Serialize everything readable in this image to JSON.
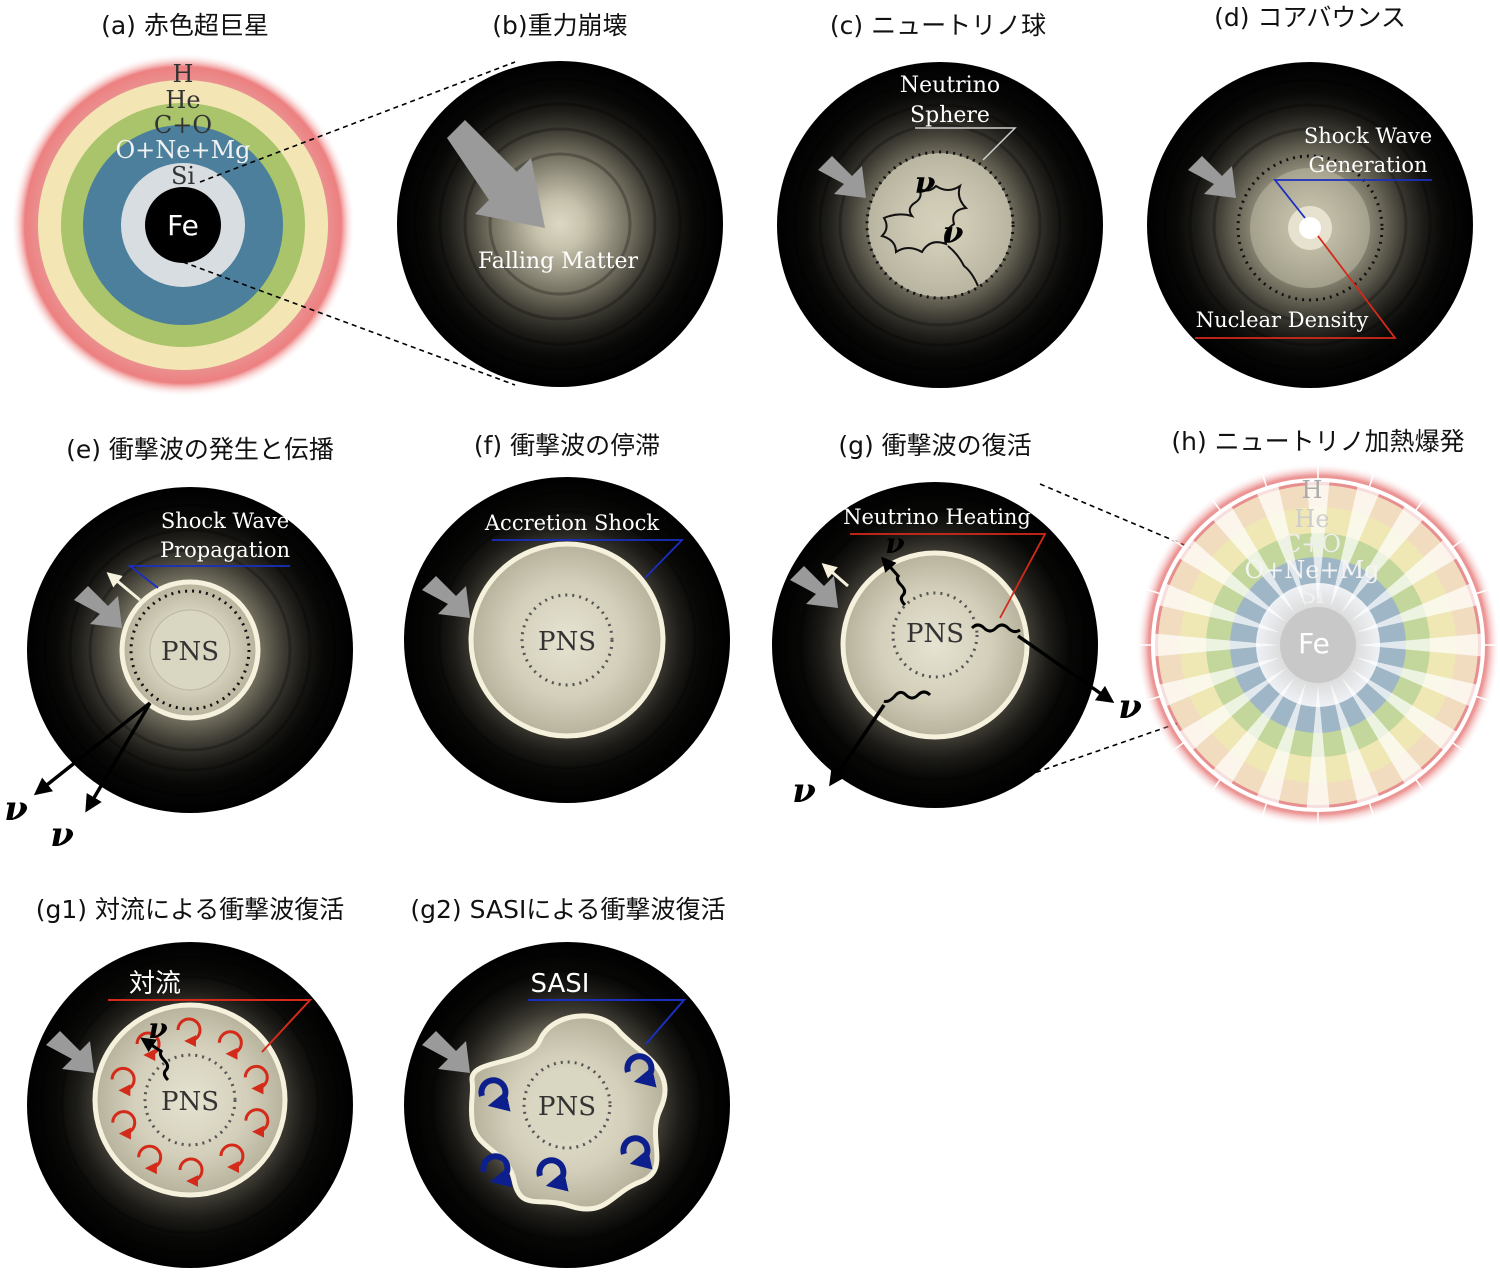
{
  "panels": {
    "a": {
      "title": "(a) 赤色超巨星",
      "layers": {
        "h": "H",
        "he": "He",
        "co": "C+O",
        "onemg": "O+Ne+Mg",
        "si": "Si",
        "fe": "Fe"
      }
    },
    "b": {
      "title": "(b)重力崩壊",
      "label": "Falling Matter"
    },
    "c": {
      "title": "(c) ニュートリノ球",
      "label_line1": "Neutrino",
      "label_line2": "Sphere",
      "nu": "ν"
    },
    "d": {
      "title": "(d) コアバウンス",
      "label_shock_line1": "Shock Wave",
      "label_shock_line2": "Generation",
      "label_density": "Nuclear Density"
    },
    "e": {
      "title": "(e) 衝撃波の発生と伝播",
      "label_line1": "Shock Wave",
      "label_line2": "Propagation",
      "pns": "PNS",
      "nu": "ν"
    },
    "f": {
      "title": "(f) 衝撃波の停滞",
      "label": "Accretion Shock",
      "pns": "PNS"
    },
    "g": {
      "title": "(g) 衝撃波の復活",
      "label": "Neutrino Heating",
      "pns": "PNS",
      "nu": "ν"
    },
    "h": {
      "title": "(h) ニュートリノ加熱爆発",
      "layers": {
        "h": "H",
        "he": "He",
        "co": "C+O",
        "onemg": "O+Ne+Mg",
        "si": "Si",
        "fe": "Fe"
      }
    },
    "g1": {
      "title": "(g1) 対流による衝撃波復活",
      "label": "対流",
      "pns": "PNS",
      "nu": "ν"
    },
    "g2": {
      "title": "(g2) SASIによる衝撃波復活",
      "label": "SASI",
      "pns": "PNS"
    }
  },
  "colors": {
    "background": "#ffffff",
    "dark": "#000000",
    "shell": "#f5f1dc",
    "red_line": "#d42a1a",
    "blue_line": "#1a2fbf",
    "arrow_gray": "#9a9a9a",
    "sasi_arrow": "#0d1f8c"
  }
}
